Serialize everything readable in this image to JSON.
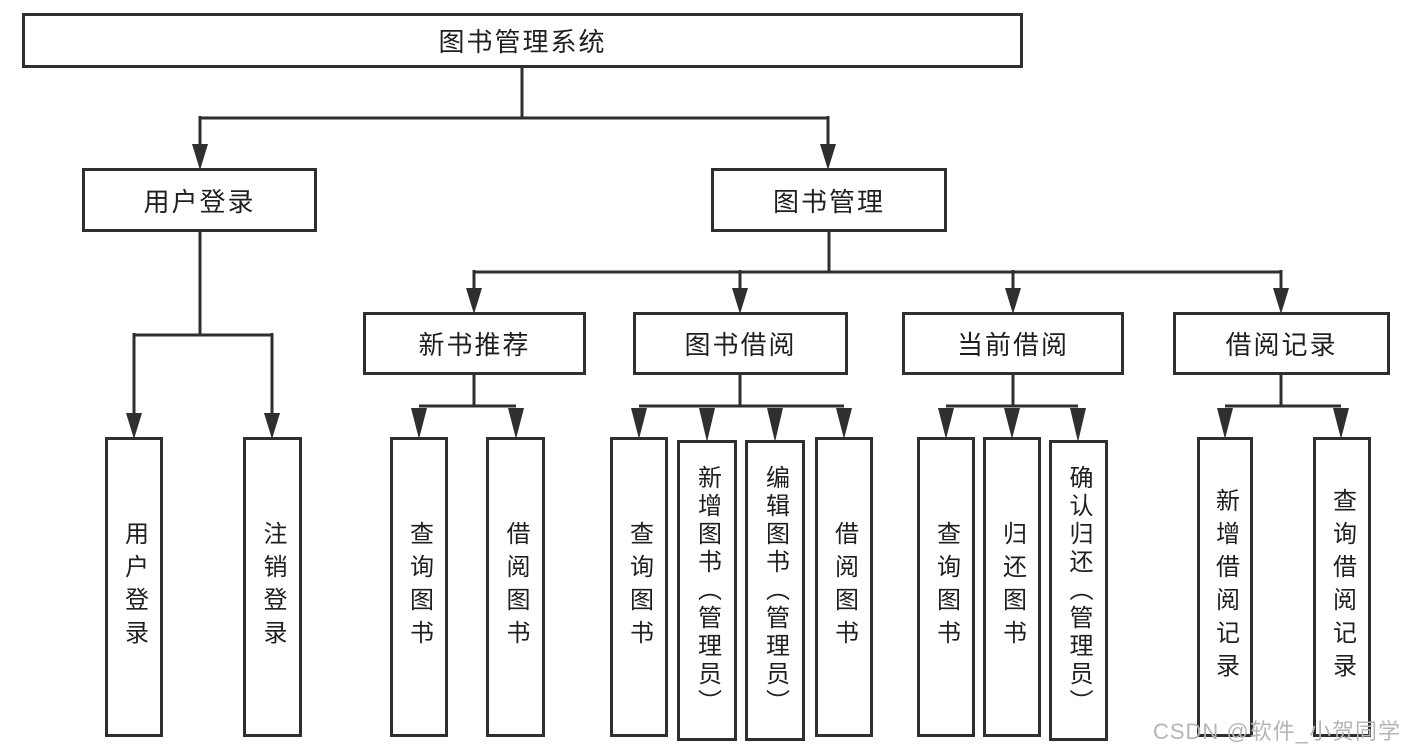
{
  "diagram": {
    "title": "图书管理系统",
    "type": "hierarchy-tree",
    "colors": {
      "line": "#2f2f2f",
      "text": "#1f1f1f",
      "box_background": "#ffffff",
      "watermark": "#b5b5b5",
      "background": "#ffffff"
    },
    "nodes": {
      "root": "图书管理系统",
      "user_login": "用户登录",
      "book_mgmt": "图书管理",
      "new_book_rec": "新书推荐",
      "book_borrow": "图书借阅",
      "current_borrow": "当前借阅",
      "borrow_record": "借阅记录",
      "leaf_user_login": "用户登录",
      "leaf_logout": "注销登录",
      "rec_query": "查询图书",
      "rec_borrow": "借阅图书",
      "bb_query": "查询图书",
      "bb_add_admin": "新增图书（管理员）",
      "bb_edit_admin": "编辑图书（管理员）",
      "bb_borrow": "借阅图书",
      "cb_query": "查询图书",
      "cb_return": "归还图书",
      "cb_confirm_admin": "确认归还（管理员）",
      "br_add": "新增借阅记录",
      "br_query": "查询借阅记录"
    },
    "hierarchy": {
      "label": "图书管理系统",
      "children": [
        {
          "label": "用户登录",
          "children": [
            {
              "label": "用户登录"
            },
            {
              "label": "注销登录"
            }
          ]
        },
        {
          "label": "图书管理",
          "children": [
            {
              "label": "新书推荐",
              "children": [
                {
                  "label": "查询图书"
                },
                {
                  "label": "借阅图书"
                }
              ]
            },
            {
              "label": "图书借阅",
              "children": [
                {
                  "label": "查询图书"
                },
                {
                  "label": "新增图书（管理员）"
                },
                {
                  "label": "编辑图书（管理员）"
                },
                {
                  "label": "借阅图书"
                }
              ]
            },
            {
              "label": "当前借阅",
              "children": [
                {
                  "label": "查询图书"
                },
                {
                  "label": "归还图书"
                },
                {
                  "label": "确认归还（管理员）"
                }
              ]
            },
            {
              "label": "借阅记录",
              "children": [
                {
                  "label": "新增借阅记录"
                },
                {
                  "label": "查询借阅记录"
                }
              ]
            }
          ]
        }
      ]
    },
    "watermark": "CSDN @软件_小贺同学"
  }
}
